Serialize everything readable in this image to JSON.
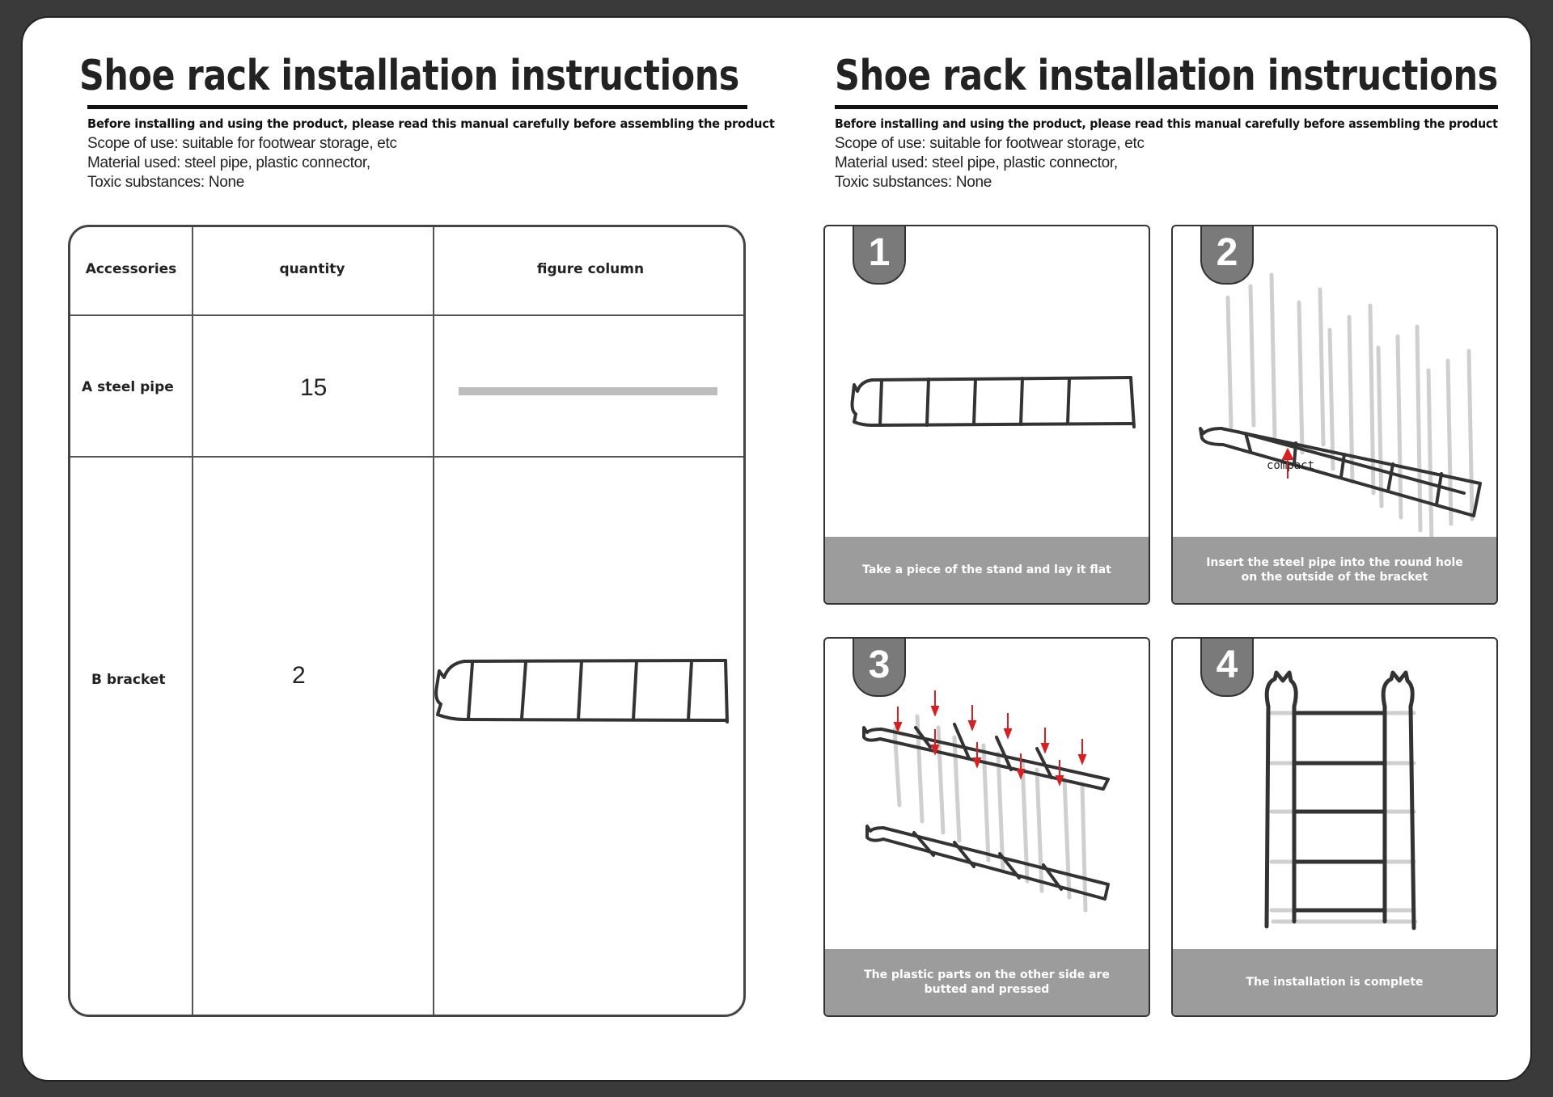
{
  "left": {
    "title": "Shoe rack installation instructions",
    "subhead": "Before installing and using the product, please read this manual carefully before assembling the product",
    "scope": "Scope of use: suitable for footwear storage, etc",
    "material": "Material used: steel pipe, plastic connector,",
    "toxic": "Toxic substances: None",
    "table": {
      "headers": [
        "Accessories",
        "quantity",
        "figure column"
      ],
      "rows": [
        {
          "name": "A steel pipe",
          "quantity": "15"
        },
        {
          "name": "B bracket",
          "quantity": "2"
        }
      ]
    }
  },
  "right": {
    "title": "Shoe rack installation instructions",
    "subhead": "Before installing and using the product, please read this manual carefully before assembling the product",
    "scope": "Scope of use: suitable for footwear storage, etc",
    "material": "Material used: steel pipe, plastic connector,",
    "toxic": "Toxic substances: None",
    "steps": [
      {
        "number": "1",
        "caption": "Take a piece of the stand and lay it flat"
      },
      {
        "number": "2",
        "caption": "Insert the steel pipe into the round hole on the outside of the bracket",
        "label": "compact"
      },
      {
        "number": "3",
        "caption": "The plastic parts on the other side are butted and pressed"
      },
      {
        "number": "4",
        "caption": "The installation is complete"
      }
    ]
  },
  "colors": {
    "bracket": "#333333",
    "pipe": "#bdbdbd",
    "arrow": "#d91f1f",
    "caption_bg": "#9c9c9c",
    "badge_bg": "#7a7a7a"
  }
}
